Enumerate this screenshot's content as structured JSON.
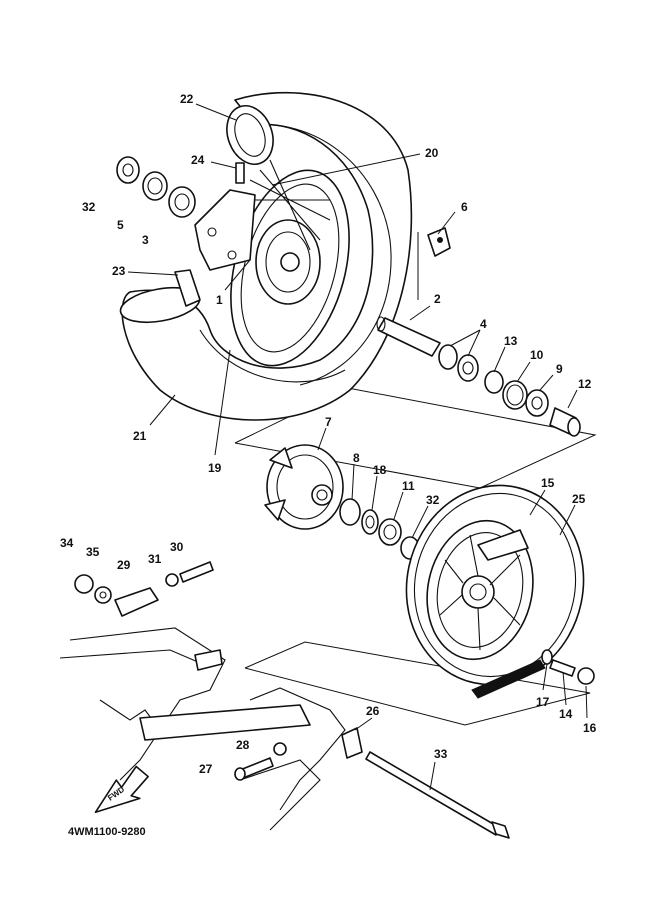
{
  "diagram": {
    "code": "4WM1100-9280",
    "fwd_label": "FWD",
    "callouts": [
      "22",
      "20",
      "24",
      "32",
      "5",
      "3",
      "6",
      "23",
      "1",
      "2",
      "4",
      "13",
      "10",
      "9",
      "12",
      "21",
      "19",
      "7",
      "8",
      "18",
      "11",
      "32",
      "15",
      "25",
      "34",
      "35",
      "29",
      "31",
      "30",
      "17",
      "14",
      "16",
      "26",
      "28",
      "27",
      "33"
    ]
  }
}
